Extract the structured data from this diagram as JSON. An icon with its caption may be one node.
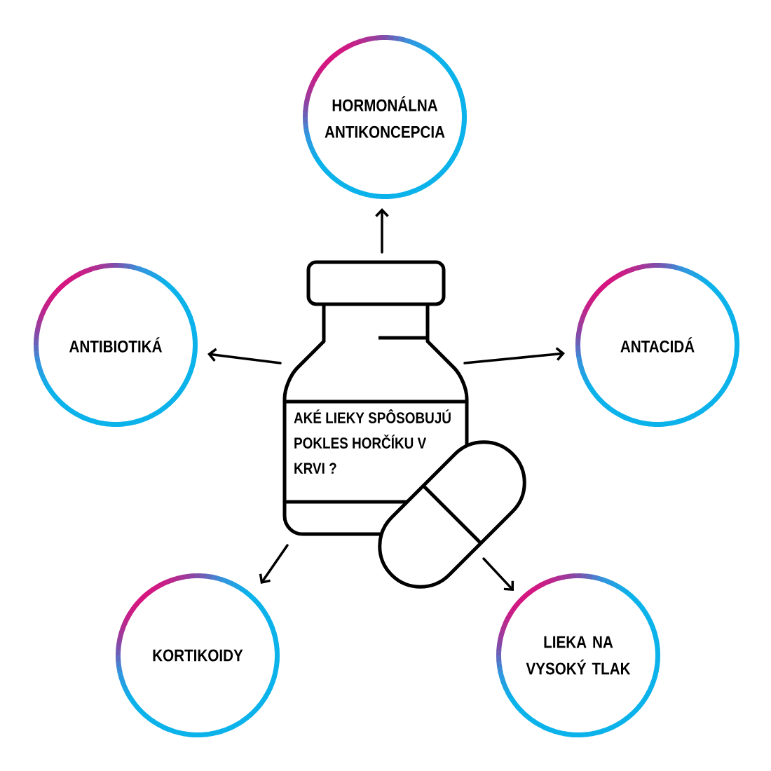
{
  "diagram": {
    "nodes": [
      {
        "text": [
          "AKÉ LIEKY SPÔSOBUJÚ POKLES HORČÍKU V KRVI ?"
        ]
      },
      {
        "text": [
          "HORMONÁLNA ANTIKONCEPCIA"
        ]
      },
      {
        "text": [
          "ANTIBIOTIKÁ"
        ]
      },
      {
        "text": [
          "ANTACIDÁ"
        ]
      },
      {
        "text": [
          "KORTIKOIDY"
        ]
      },
      {
        "text": [
          "LIEKA NA VYSOKÝ TLAK"
        ]
      }
    ],
    "edges": [
      {
        "from": 0,
        "to": 1,
        "arrow": "to"
      },
      {
        "from": 0,
        "to": 2,
        "arrow": "to"
      },
      {
        "from": 0,
        "to": 3,
        "arrow": "to"
      },
      {
        "from": 0,
        "to": 4,
        "arrow": "to"
      },
      {
        "from": 0,
        "to": 5,
        "arrow": "to"
      }
    ]
  }
}
